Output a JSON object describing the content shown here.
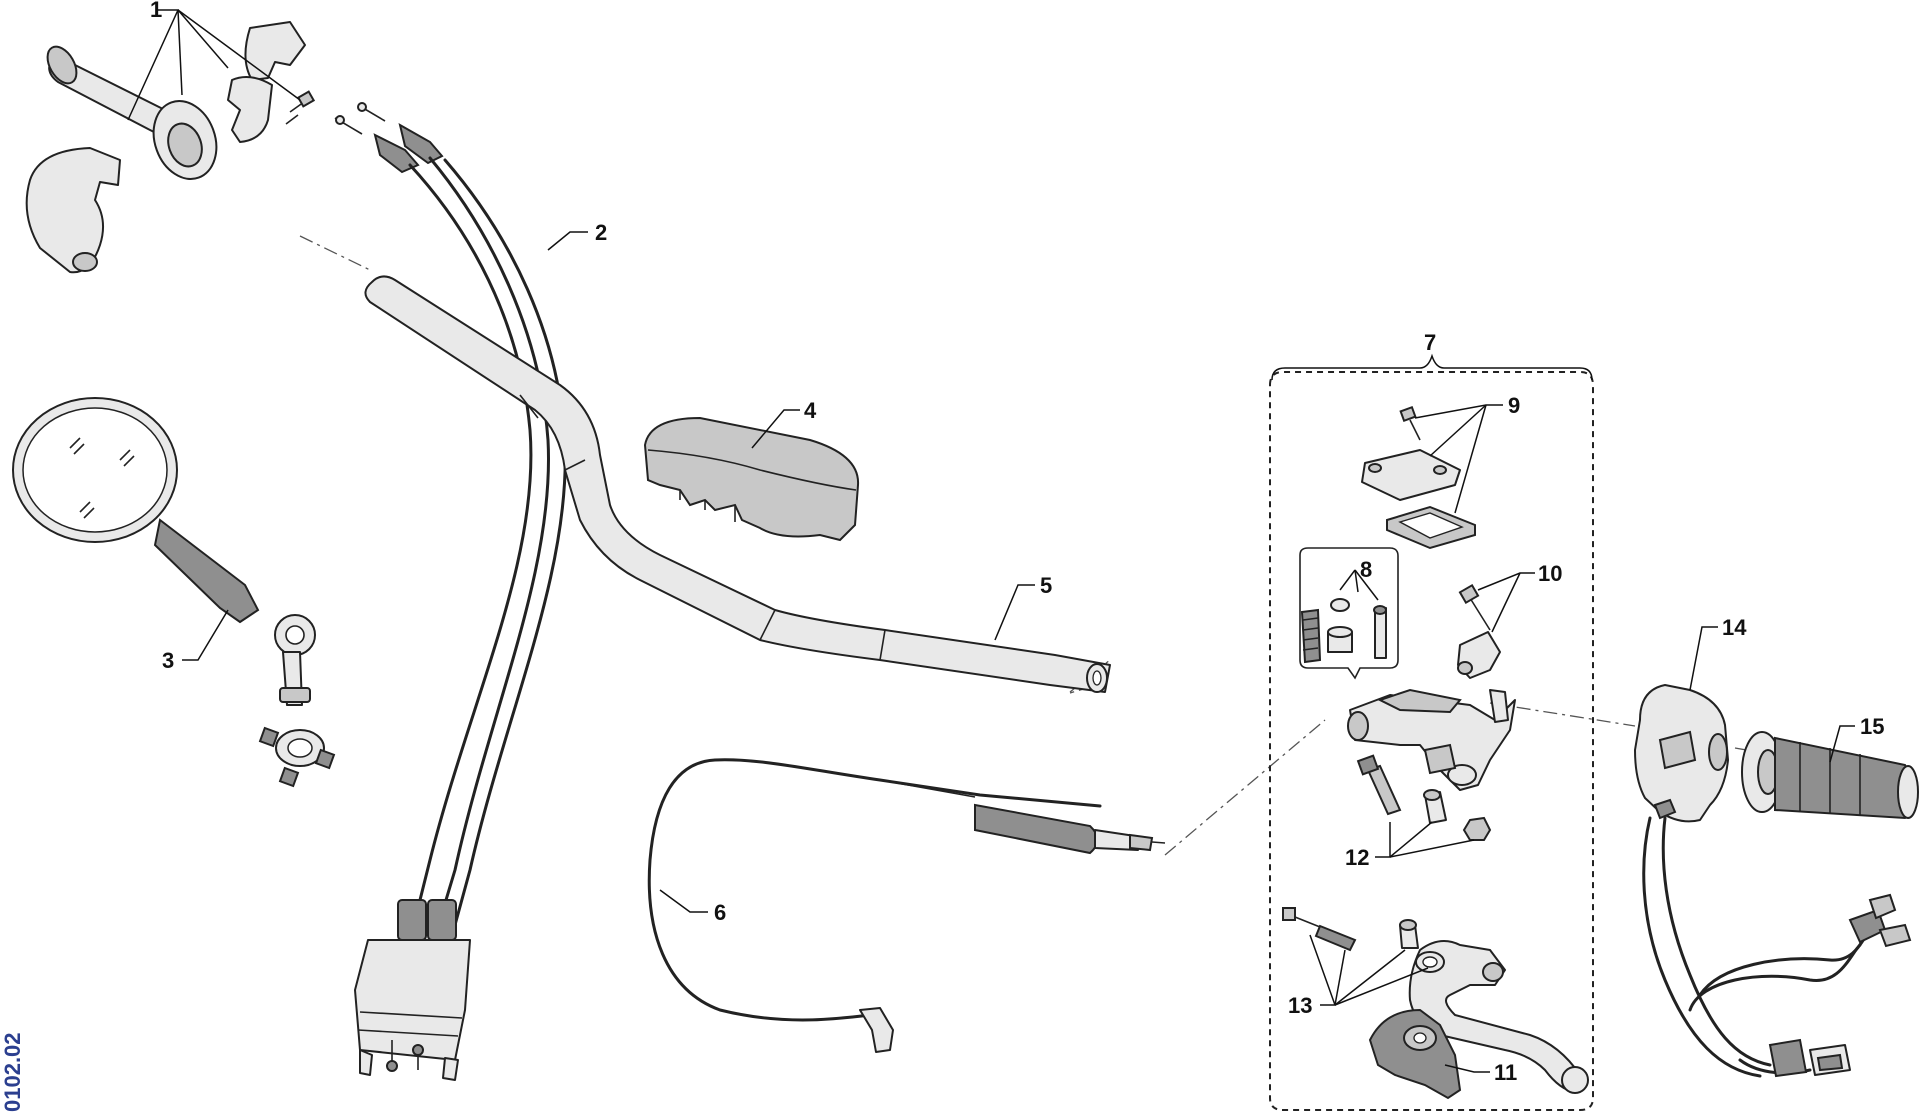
{
  "diagram": {
    "drawing_code": "0102.02",
    "callouts": [
      "1",
      "2",
      "3",
      "4",
      "5",
      "6",
      "7",
      "8",
      "9",
      "10",
      "11",
      "12",
      "13",
      "14",
      "15"
    ]
  },
  "colors": {
    "line": "#222222",
    "part_fill": "#e9e9e9",
    "part_dark": "#8f8f8f",
    "code_text": "#2b3f8f"
  }
}
